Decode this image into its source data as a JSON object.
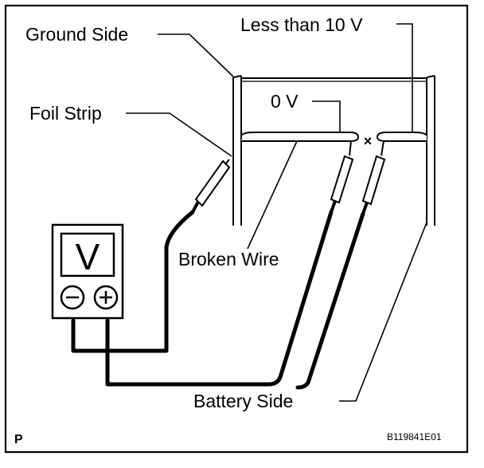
{
  "labels": {
    "ground_side": "Ground Side",
    "less_than_10v": "Less than 10 V",
    "foil_strip": "Foil Strip",
    "zero_v": "0 V",
    "broken_wire": "Broken Wire",
    "battery_side": "Battery Side",
    "corner_letter": "P",
    "figure_code": "B119841E01",
    "break_mark": "×"
  },
  "meter": {
    "display": "V",
    "minus_symbol": "−",
    "plus_symbol": "+"
  },
  "icons": {
    "voltmeter": "voltmeter-icon",
    "probe": "test-probe-icon"
  },
  "colors": {
    "line": "#000000",
    "background": "#ffffff"
  }
}
